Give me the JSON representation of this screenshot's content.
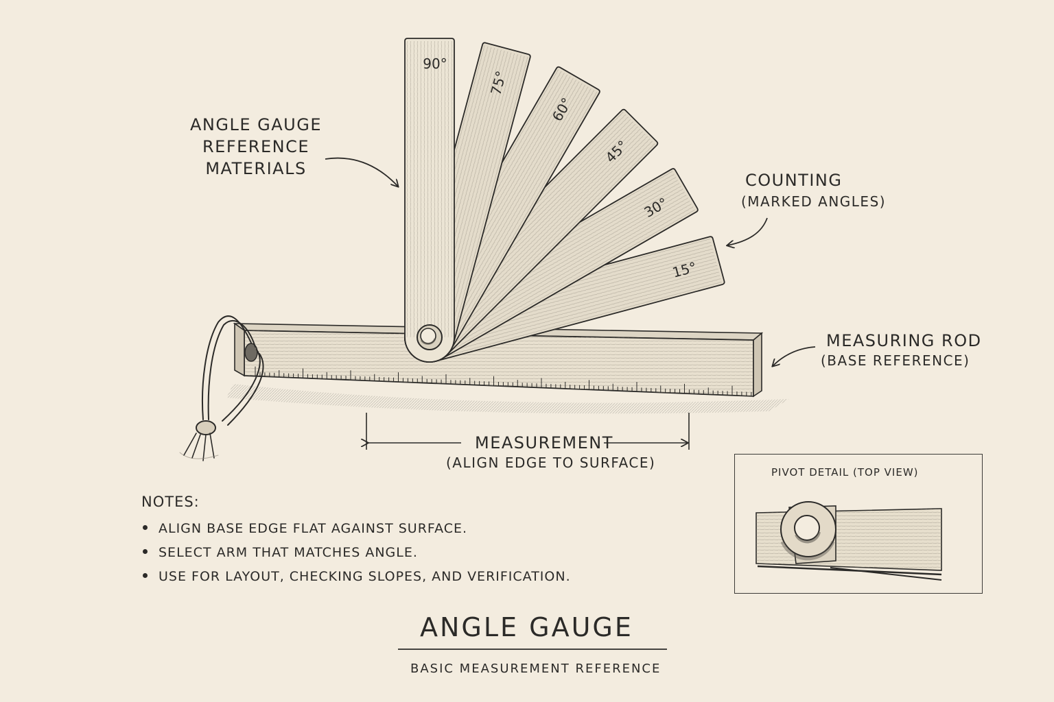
{
  "labels": {
    "angle_gauge_reference": [
      "ANGLE GAUGE",
      "REFERENCE",
      "MATERIALS"
    ],
    "counting_title": "COUNTING",
    "counting_sub": "(MARKED ANGLES)",
    "measuring_rod_title": "MEASURING ROD",
    "measuring_rod_sub": "(BASE REFERENCE)",
    "measurement_title": "MEASUREMENT",
    "measurement_sub": "(ALIGN EDGE TO SURFACE)"
  },
  "arms": [
    {
      "label": "90°",
      "angle": 90
    },
    {
      "label": "75°",
      "angle": 75
    },
    {
      "label": "60°",
      "angle": 60
    },
    {
      "label": "45°",
      "angle": 45
    },
    {
      "label": "30°",
      "angle": 30
    },
    {
      "label": "15°",
      "angle": 15
    }
  ],
  "inset": {
    "title": "PIVOT DETAIL (TOP VIEW)"
  },
  "notes": {
    "heading": "NOTES:",
    "items": [
      "ALIGN BASE EDGE FLAT AGAINST SURFACE.",
      "SELECT ARM THAT MATCHES ANGLE.",
      "USE FOR LAYOUT, CHECKING SLOPES, AND VERIFICATION."
    ]
  },
  "footer": {
    "title": "ANGLE GAUGE",
    "subtitle": "BASIC MEASUREMENT REFERENCE"
  },
  "colors": {
    "paper": "#f3ecdf",
    "ink": "#2b2a28",
    "wood": "#e4dccb"
  },
  "icons": {
    "cord": "cord-loop-icon",
    "pivot": "pivot-rivet-icon"
  }
}
